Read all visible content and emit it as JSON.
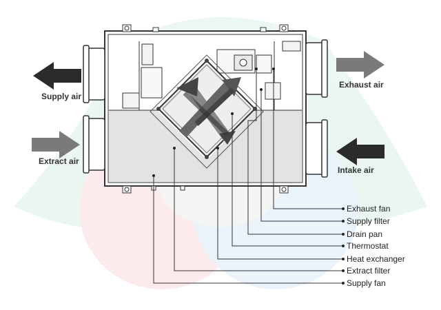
{
  "colors": {
    "dark_arrow": "#2b2b2b",
    "grey_arrow": "#7a7a7a",
    "line": "#3a3a3a",
    "panel": "#e2e2e2",
    "watermark_green": "#cfe9da",
    "watermark_red": "#f6d6d9",
    "watermark_blue": "#d6e6f4"
  },
  "flows": {
    "supply_air": "Supply air",
    "extract_air": "Extract air",
    "exhaust_air": "Exhaust air",
    "intake_air": "Intake air"
  },
  "components": [
    "Exhaust fan",
    "Supply filter",
    "Drain pan",
    "Thermostat",
    "Heat exchanger",
    "Extract filter",
    "Supply fan"
  ],
  "watermark": "logo-watermark"
}
